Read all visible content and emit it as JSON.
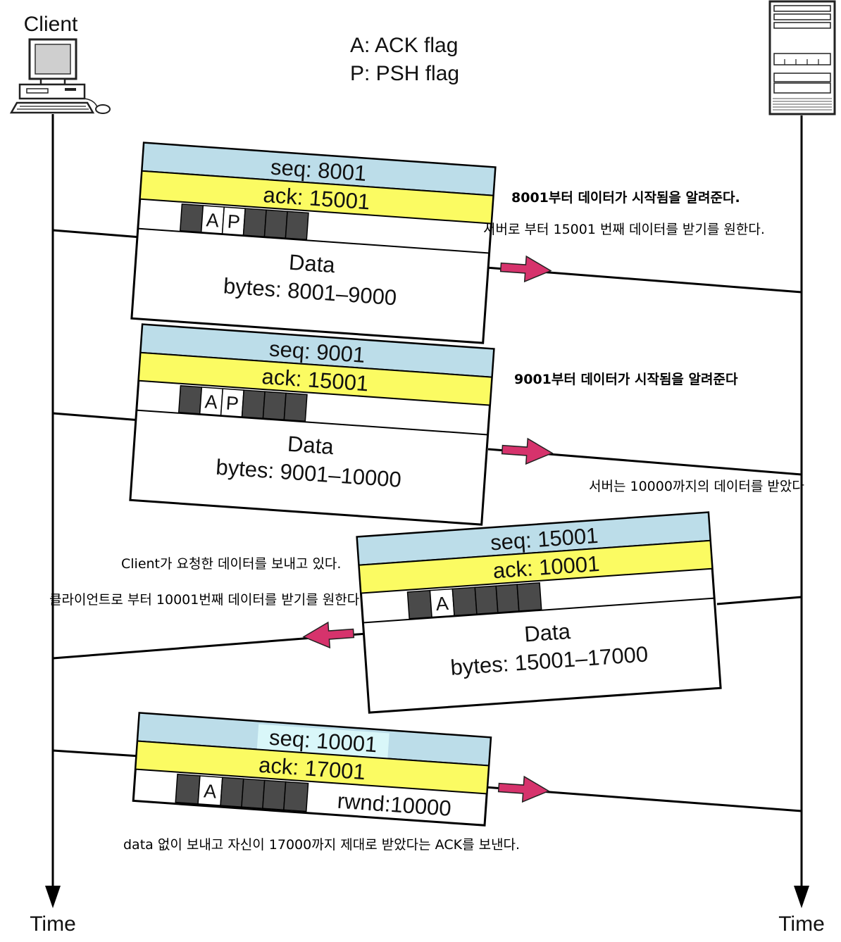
{
  "client_label": "Client",
  "time_left": "Time",
  "time_right": "Time",
  "legend": {
    "ack": "A: ACK flag",
    "psh": "P: PSH flag"
  },
  "segments": [
    {
      "seq": "seq: 8001",
      "ack": "ack: 15001",
      "flags": [
        "A",
        "P"
      ],
      "data": "Data",
      "bytes": "bytes: 8001–9000",
      "direction": "to-server"
    },
    {
      "seq": "seq: 9001",
      "ack": "ack: 15001",
      "flags": [
        "A",
        "P"
      ],
      "data": "Data",
      "bytes": "bytes: 9001–10000",
      "direction": "to-server"
    },
    {
      "seq": "seq: 15001",
      "ack": "ack: 10001",
      "flags": [
        "A"
      ],
      "data": "Data",
      "bytes": "bytes: 15001–17000",
      "direction": "to-client"
    },
    {
      "seq": "seq: 10001",
      "ack": "ack: 17001",
      "flags": [
        "A"
      ],
      "rwnd": "rwnd:10000",
      "direction": "to-server"
    }
  ],
  "annotations": {
    "seg1_line1": "8001부터 데이터가 시작됨을 알려준다.",
    "seg1_line2": "서버로 부터 15001 번째 데이터를 받기를 원한다.",
    "seg2_line1": "9001부터 데이터가 시작됨을 알려준다",
    "seg2_line2": "서버는 10000까지의 데이터를 받았다",
    "seg3_line1": "Client가 요청한 데이터를 보내고 있다.",
    "seg3_line2": "클라이언트로 부터 10001번째 데이터를 받기를 원한다",
    "seg4_line1": "data 없이 보내고 자신이 17000까지 제대로 받았다는 ACK를 보낸다."
  },
  "colors": {
    "header_blue": "#bcdde9",
    "header_yellow": "#fbfb62",
    "seq_highlight": "#d9f7f9",
    "flag_dark": "#4a4a4a",
    "arrow_pink": "#d6336c"
  },
  "icons": {
    "client": "desktop-computer-icon",
    "server": "server-tower-icon"
  }
}
